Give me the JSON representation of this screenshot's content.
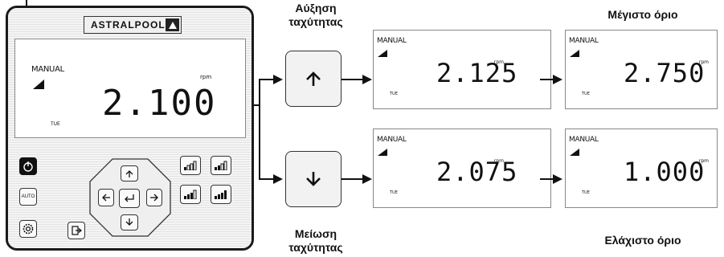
{
  "panel": {
    "brand": "ASTRALPOOL",
    "display": {
      "mode": "MANUAL",
      "day": "TUE",
      "speed": "2.100",
      "unit": "rpm"
    },
    "auto_button": "AUTO"
  },
  "increase": {
    "caption_line1": "Αύξηση",
    "caption_line2": "ταχύτητας",
    "display": {
      "mode": "MANUAL",
      "day": "TUE",
      "speed": "2.125",
      "unit": "rpm"
    },
    "limit_caption": "Μέγιστο όριο",
    "limit_display": {
      "mode": "MANUAL",
      "day": "TUE",
      "speed": "2.750",
      "unit": "rpm"
    }
  },
  "decrease": {
    "caption_line1": "Μείωση",
    "caption_line2": "ταχύτητας",
    "display": {
      "mode": "MANUAL",
      "day": "TUE",
      "speed": "2.075",
      "unit": "rpm"
    },
    "limit_caption": "Ελάχιστο όριο",
    "limit_display": {
      "mode": "MANUAL",
      "day": "TUE",
      "speed": "1.000",
      "unit": "rpm"
    }
  }
}
